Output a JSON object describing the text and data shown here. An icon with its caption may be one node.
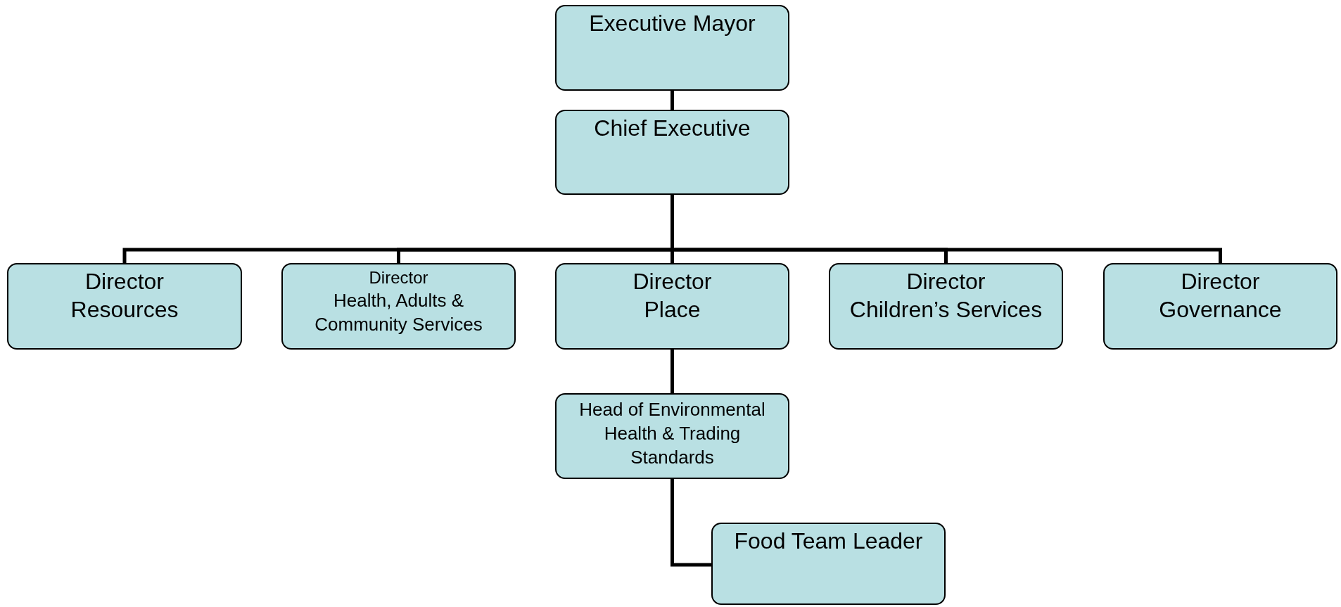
{
  "diagram": {
    "nodes": [
      {
        "text": [
          "Executive Mayor"
        ]
      },
      {
        "text": [
          "Chief Executive"
        ]
      },
      {
        "text": [
          "Director",
          "Resources"
        ]
      },
      {
        "text": [
          "Director",
          "Health, Adults & Community Services"
        ]
      },
      {
        "text": [
          "Director",
          "Place"
        ]
      },
      {
        "text": [
          "Director",
          "Children’s Services"
        ]
      },
      {
        "text": [
          "Director",
          "Governance"
        ]
      },
      {
        "text": [
          "Head of Environmental Health & Trading Standards"
        ]
      },
      {
        "text": [
          "Food Team Leader"
        ]
      }
    ],
    "edges": [
      {
        "from": 0,
        "to": 1,
        "arrow": "none"
      },
      {
        "from": 1,
        "to": 2,
        "arrow": "none"
      },
      {
        "from": 1,
        "to": 3,
        "arrow": "none"
      },
      {
        "from": 1,
        "to": 4,
        "arrow": "none"
      },
      {
        "from": 1,
        "to": 5,
        "arrow": "none"
      },
      {
        "from": 1,
        "to": 6,
        "arrow": "none"
      },
      {
        "from": 4,
        "to": 7,
        "arrow": "none"
      },
      {
        "from": 7,
        "to": 8,
        "arrow": "none"
      }
    ]
  }
}
